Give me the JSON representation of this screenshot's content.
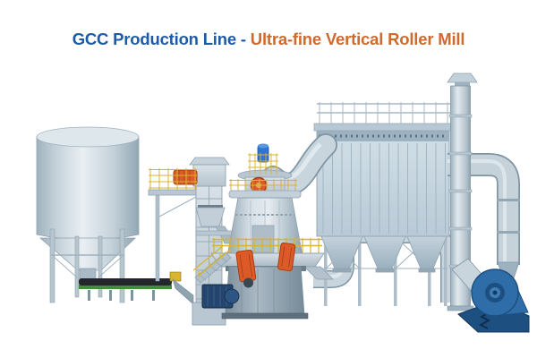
{
  "title": {
    "part1": "GCC Production Line - ",
    "part2": "Ultra-fine Vertical Roller Mill",
    "color_blue": "#1d5ba7",
    "color_orange": "#cf6a2e"
  },
  "scene": {
    "background": "#ffffff",
    "components": [
      "storage-silo",
      "belt-conveyor",
      "bucket-elevator",
      "feed-hopper",
      "vertical-roller-mill",
      "grinding-roller-units",
      "main-drive-motor",
      "classifier-motor",
      "duct-mill-to-baghouse",
      "pulse-jet-baghouse",
      "recirculation-pipe",
      "duct-baghouse-to-fan",
      "centrifugal-fan",
      "exhaust-stack"
    ],
    "colors": {
      "steel_light": "#e7edf1",
      "steel_mid": "#c2cfd8",
      "steel_dark": "#8fa3b1",
      "railing_yellow": "#d9b430",
      "accent_orange": "#dc5a28",
      "accent_orange_dark": "#a83c12",
      "motor_blue": "#2f74d0",
      "fan_blue": "#2e6da8",
      "fan_blue_dark": "#1d4f80",
      "navy_motor": "#24456e",
      "belt_green": "#3f8f35",
      "belt_dark": "#23272c"
    }
  }
}
